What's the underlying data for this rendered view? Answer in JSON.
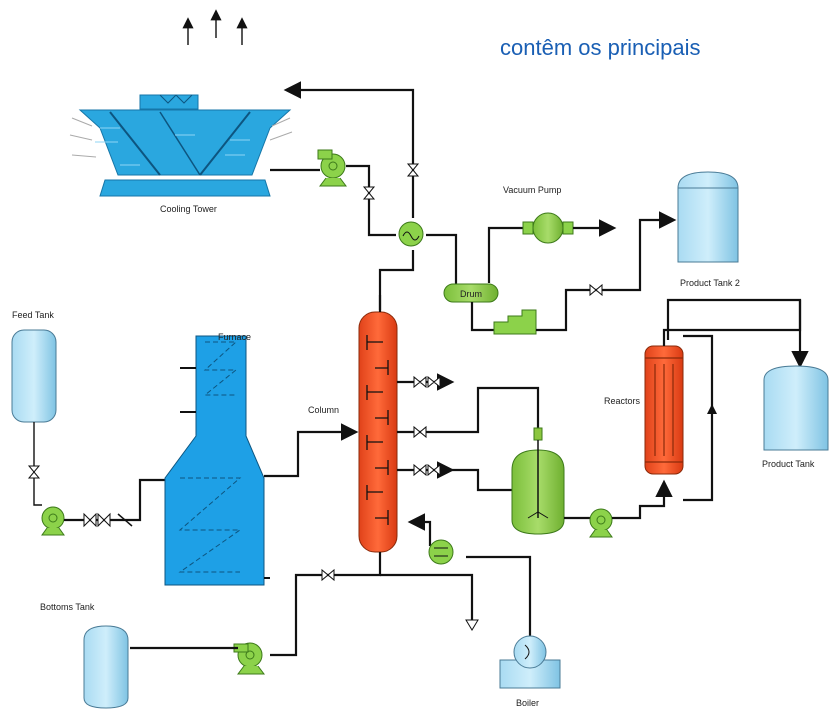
{
  "heading": "contêm os principais",
  "labels": {
    "cooling_tower": "Cooling Tower",
    "vacuum_pump": "Vacuum Pump",
    "drum": "Drum",
    "product_tank_2": "Product Tank 2",
    "feed_tank": "Feed Tank",
    "furnace": "Furnace",
    "column": "Column",
    "reactors": "Reactors",
    "product_tank": "Product Tank",
    "bottoms_tank": "Bottoms Tank",
    "boiler": "Boiler"
  },
  "colors": {
    "vessel_blue": "#8ccbe8",
    "tower_blue": "#2aa7df",
    "furnace_blue": "#1ea0e6",
    "column_orange": "#ef5323",
    "pump_green": "#8cd24a",
    "reactor_green": "#8cc63f"
  }
}
